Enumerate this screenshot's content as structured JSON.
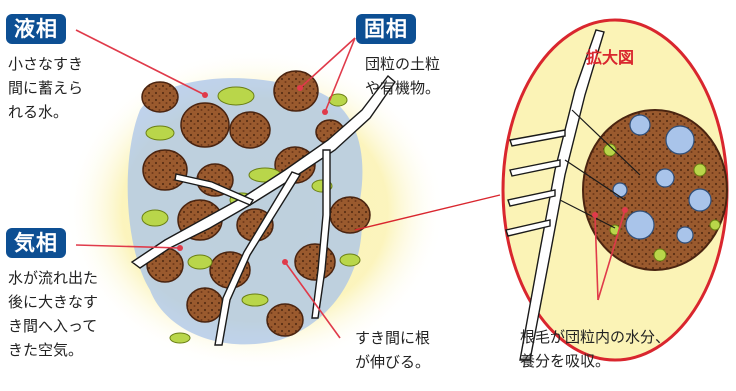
{
  "labels": {
    "liquid": {
      "title": "液相",
      "desc": "小さなすき\n間に蓄えら\nれる水。"
    },
    "solid": {
      "title": "固相",
      "desc": "団粒の土粒\nや有機物。"
    },
    "gas": {
      "title": "気相",
      "desc": "水が流れ出た\n後に大きなす\nき間へ入って\nきた空気。"
    },
    "root_gap": "すき間に根\nが伸びる。",
    "root_hair": "根毛が団粒内の水分、\n養分を吸収。",
    "zoom": "拡大図"
  },
  "colors": {
    "tag_bg": "#0d4f93",
    "pointer": "#e03a4a",
    "soil_clump": "#9a5a2e",
    "water": "#b9d64a",
    "air": "#a9c4ea",
    "glow": "#fbf3b6",
    "root": "#ffffff",
    "zoom_ring": "#d9262e"
  }
}
